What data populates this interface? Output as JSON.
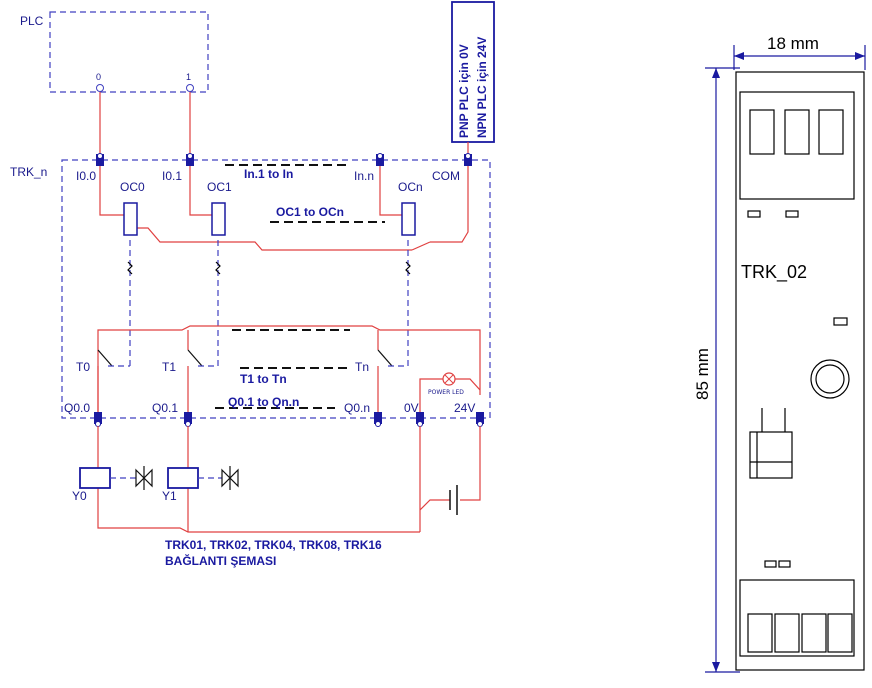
{
  "diagram": {
    "plc_label": "PLC",
    "plc_out0": "0",
    "plc_out1": "1",
    "module_label": "TRK_n",
    "inputs": [
      "I0.0",
      "I0.1",
      "In.n",
      "COM"
    ],
    "input_range": "In.1 to In",
    "optocouplers": [
      "OC0",
      "OC1",
      "OCn"
    ],
    "oc_range": "OC1 to OCn",
    "transistors": [
      "T0",
      "T1",
      "Tn"
    ],
    "t_range": "T1 to Tn",
    "outputs": [
      "Q0.0",
      "Q0.1",
      "Q0.n",
      "0V",
      "24V"
    ],
    "q_range": "Q0.1 to Qn.n",
    "power_led": "POWER LED",
    "valves": [
      "Y0",
      "Y1"
    ],
    "side_note_1": "PNP PLC için 0V",
    "side_note_2": "NPN PLC için 24V",
    "caption_1": "TRK01, TRK02, TRK04, TRK08, TRK16",
    "caption_2": "BAĞLANTI ŞEMASI"
  },
  "device": {
    "width_label": "18 mm",
    "height_label": "85 mm",
    "model_label": "TRK_02"
  },
  "colors": {
    "wire": "#e04040",
    "frame": "#4040c0",
    "text": "#1a1a8c"
  }
}
